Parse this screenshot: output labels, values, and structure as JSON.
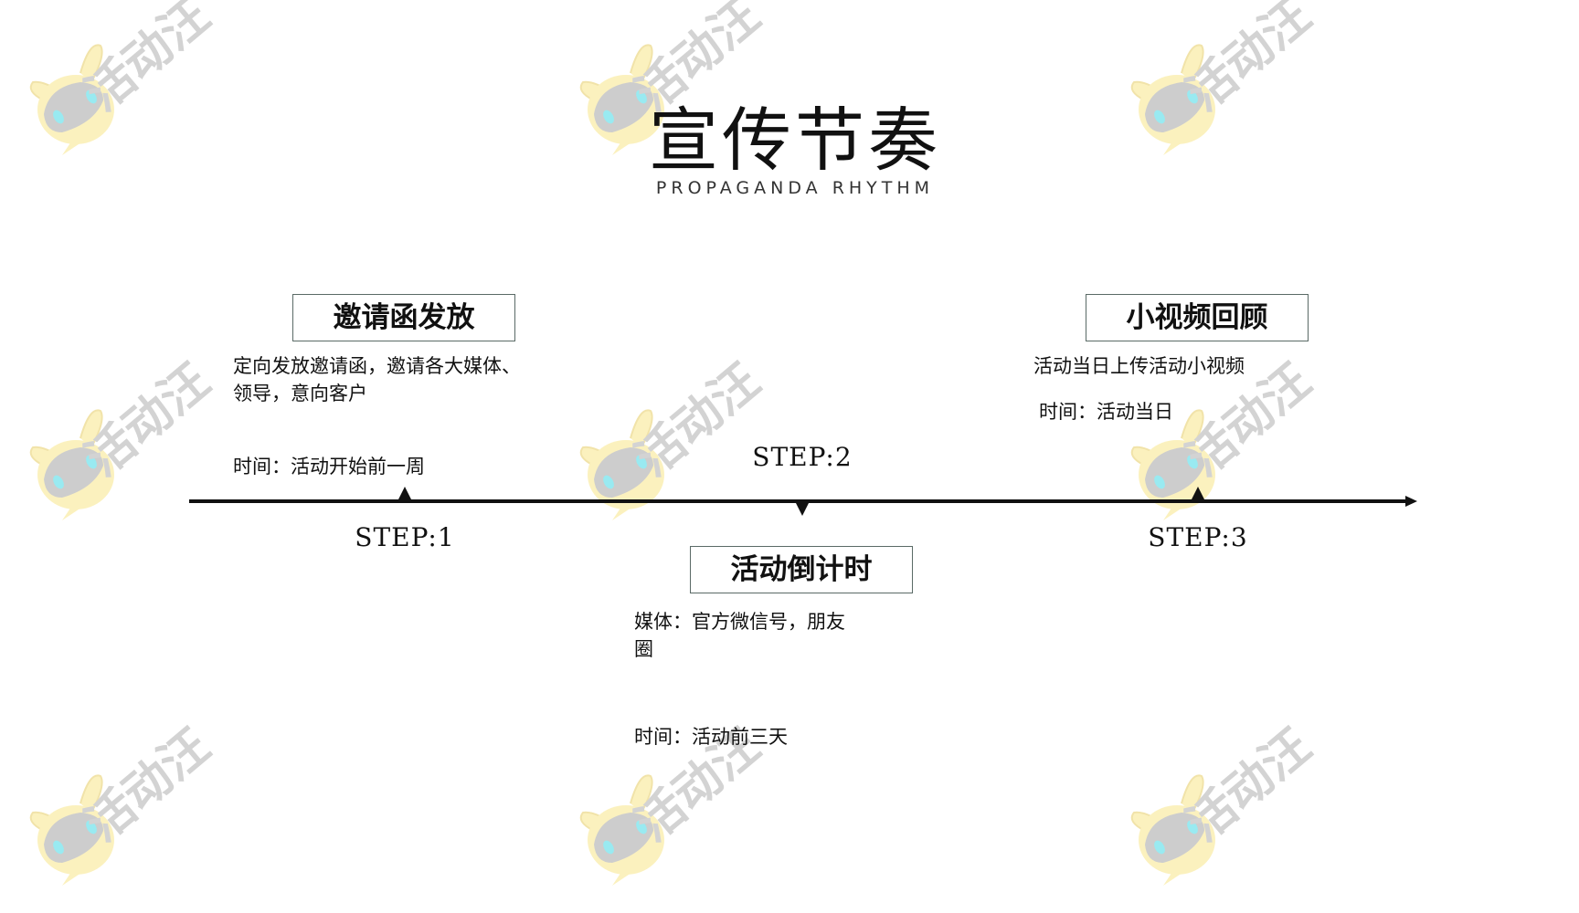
{
  "watermark": {
    "text": "活动汪"
  },
  "header": {
    "title": "宣传节奏",
    "subtitle": "PROPAGANDA RHYTHM"
  },
  "steps": [
    {
      "label": "STEP:1",
      "heading": "邀请函发放",
      "desc_lines": [
        "定向发放邀请函，邀请各大媒体、",
        "领导，意向客户"
      ],
      "time": "时间：活动开始前一周"
    },
    {
      "label": "STEP:2",
      "heading": "活动倒计时",
      "desc_lines": [
        "媒体：官方微信号，朋友",
        "圈"
      ],
      "time": "时间：活动前三天"
    },
    {
      "label": "STEP:3",
      "heading": "小视频回顾",
      "desc_lines": [
        "活动当日上传活动小视频"
      ],
      "time": "时间：活动当日"
    }
  ]
}
